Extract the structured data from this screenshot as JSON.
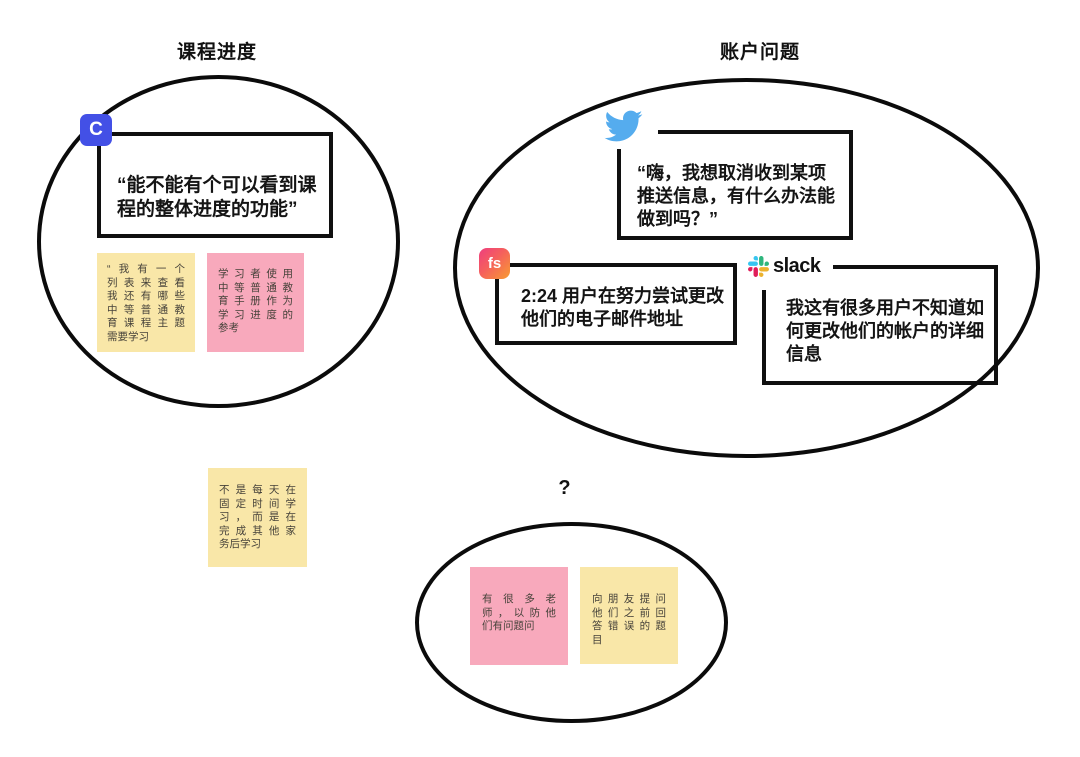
{
  "titles": {
    "course_progress": "课程进度",
    "account_issues": "账户问题",
    "uncategorized": "?"
  },
  "quotes": {
    "course": {
      "icon": "c-app-icon",
      "icon_letter": "C",
      "lines": [
        "“能不能有个可以看到课",
        "程的整体进度的功能”"
      ]
    },
    "twitter": {
      "icon": "twitter-bird-icon",
      "lines": [
        "“嗨，我想取消收到某项",
        "推送信息，有什么办法能",
        "做到吗？”"
      ]
    },
    "fullstory": {
      "icon": "fullstory-icon",
      "icon_letters": "fs",
      "lines": [
        "2:24 用户在努力尝试更改",
        "他们的电子邮件地址"
      ]
    },
    "slack": {
      "icon": "slack-icon",
      "brand_word": "slack",
      "lines": [
        "我这有很多用户不知道如",
        "何更改他们的帐户的详细",
        "信息"
      ]
    }
  },
  "notes": {
    "course_list": {
      "color": "yellow",
      "lines": [
        "“我有一个",
        "列表来查看",
        "我还有哪些",
        "中等普通教",
        "育课程主题",
        "需要学习"
      ]
    },
    "course_handbook": {
      "color": "pink",
      "lines": [
        "学习者使用",
        "中等普通教",
        "育手册作为",
        "学习进度的",
        "参考"
      ]
    },
    "study_time": {
      "color": "yellow",
      "lines": [
        "不是每天在",
        "固定时间学",
        "习，而是在",
        "完成其他家",
        "务后学习"
      ]
    },
    "teachers": {
      "color": "pink",
      "lines": [
        "有很多老",
        "师，以防他",
        "们有问题问"
      ]
    },
    "friends": {
      "color": "yellow",
      "lines": [
        "向朋友提问",
        "他们之前回",
        "答错误的题",
        "目"
      ]
    }
  },
  "colors": {
    "sticky_yellow": "#F9E7A8",
    "sticky_pink": "#F8A9BC",
    "c_icon_blue": "#4350E6",
    "twitter_blue": "#55ACEE",
    "fullstory_gradient_start": "#EE3E7F",
    "fullstory_gradient_end": "#F89C31",
    "slack_blue": "#36C5F0",
    "slack_green": "#2EB67D",
    "slack_yellow": "#ECB22E",
    "slack_red": "#E01E5A",
    "outline_black": "#0B0B0B"
  }
}
